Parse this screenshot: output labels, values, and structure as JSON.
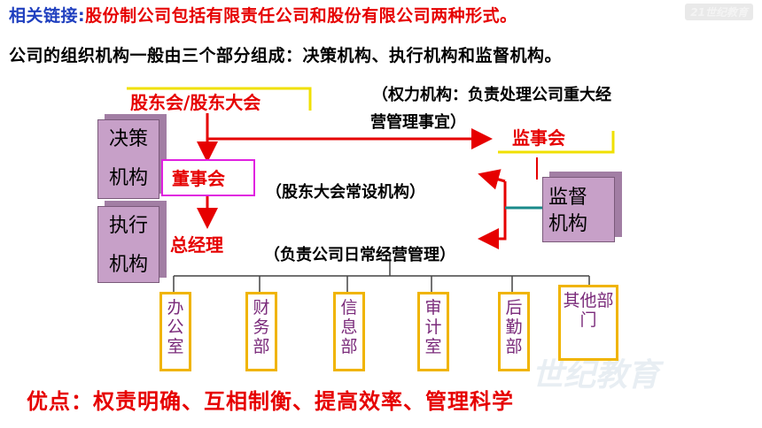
{
  "header": {
    "label": "相关链接:",
    "text": "股份制公司包括有限责任公司和股份有限公司两种形式。"
  },
  "logo": {
    "text": "21世纪教育"
  },
  "intro": "公司的组织机构一般由三个部分组成：决策机构、执行机构和监督机构。",
  "diagram": {
    "shareholders": "股东会/股东大会",
    "power_note_line1": "（权力机构：负责处理公司重大经",
    "power_note_line2": "营管理事宜）",
    "supervisory_board": "监事会",
    "board": "董事会",
    "board_note": "（股东大会常设机构）",
    "manager": "总经理",
    "manager_note": "（负责公司日常经营管理）",
    "decision_block": {
      "line1": "决策",
      "line2": "机构"
    },
    "execution_block": {
      "line1": "执行",
      "line2": "机构"
    },
    "supervision_block": {
      "line1": "监督",
      "line2": "机构"
    },
    "departments": [
      "办公室",
      "财务部",
      "信息部",
      "审计室",
      "后勤部",
      "其他部门"
    ],
    "colors": {
      "red": "#e60000",
      "block": "#c7a0c8",
      "dept_border": "#f0b400",
      "connector": "#1a8a8a"
    }
  },
  "advantages": "优点：权责明确、互相制衡、提高效率、管理科学",
  "watermark": "世纪教育"
}
